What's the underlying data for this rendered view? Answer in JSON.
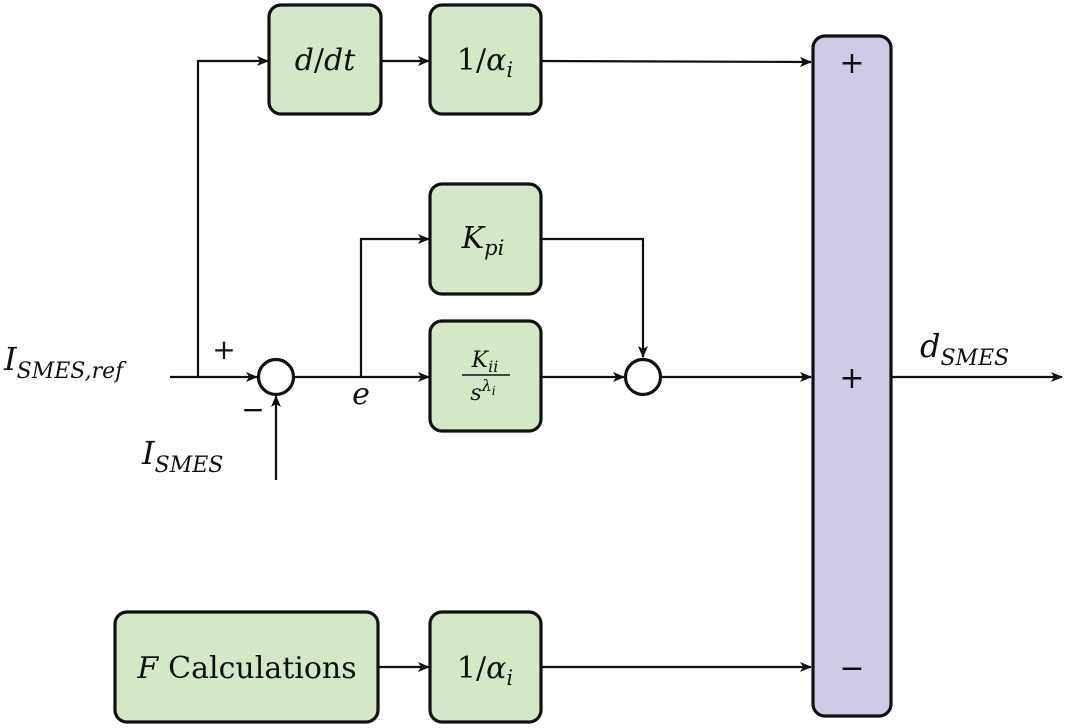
{
  "colors": {
    "block_fill": "#d4e8c8",
    "summer_fill": "#cfcbe7",
    "stroke": "#111111"
  },
  "blocks": {
    "derivative": {
      "var": "d",
      "slash": "/",
      "var2": "dt"
    },
    "gain_top": {
      "num": "1",
      "slash": "/",
      "alpha": "α",
      "sub": "i"
    },
    "kp": {
      "base": "K",
      "sub": "pi"
    },
    "ki": {
      "num_base": "K",
      "num_sub": "ii",
      "den_base": "s",
      "den_exp": "λ",
      "den_exp_sub": "i"
    },
    "fcalc": {
      "var": "F",
      "text": "Calculations"
    },
    "gain_bottom": {
      "num": "1",
      "slash": "/",
      "alpha": "α",
      "sub": "i"
    }
  },
  "summer_signs": [
    "+",
    "+",
    "−"
  ],
  "labels": {
    "input_ref": {
      "base": "I",
      "sub": "SMES,ref"
    },
    "feedback": {
      "base": "I",
      "sub": "SMES"
    },
    "error": "e",
    "output": {
      "base": "d",
      "sub": "SMES"
    },
    "plus": "+",
    "minus": "−"
  }
}
